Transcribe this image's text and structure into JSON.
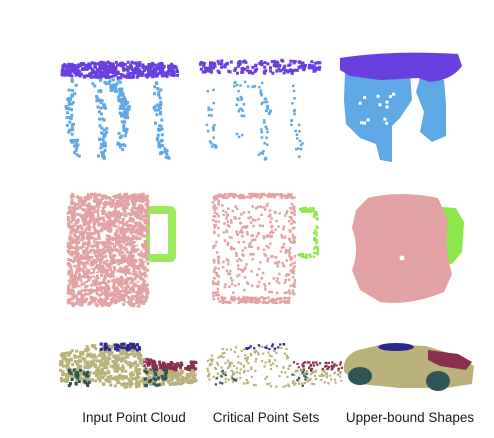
{
  "columns": [
    {
      "id": "input",
      "caption": "Input Point Cloud"
    },
    {
      "id": "critical",
      "caption": "Critical Point Sets"
    },
    {
      "id": "upper",
      "caption": "Upper-bound Shapes"
    }
  ],
  "rows": [
    {
      "id": "table",
      "parts": {
        "top": "#6a3fe0",
        "legs": "#5fa8e6"
      }
    },
    {
      "id": "mug",
      "parts": {
        "body": "#e3a3a5",
        "handle": "#8fe84a"
      }
    },
    {
      "id": "car",
      "parts": {
        "body": "#b9b27a",
        "roof": "#2a2a8e",
        "wheels": "#2f5555",
        "hood": "#8a2f4f"
      }
    }
  ]
}
